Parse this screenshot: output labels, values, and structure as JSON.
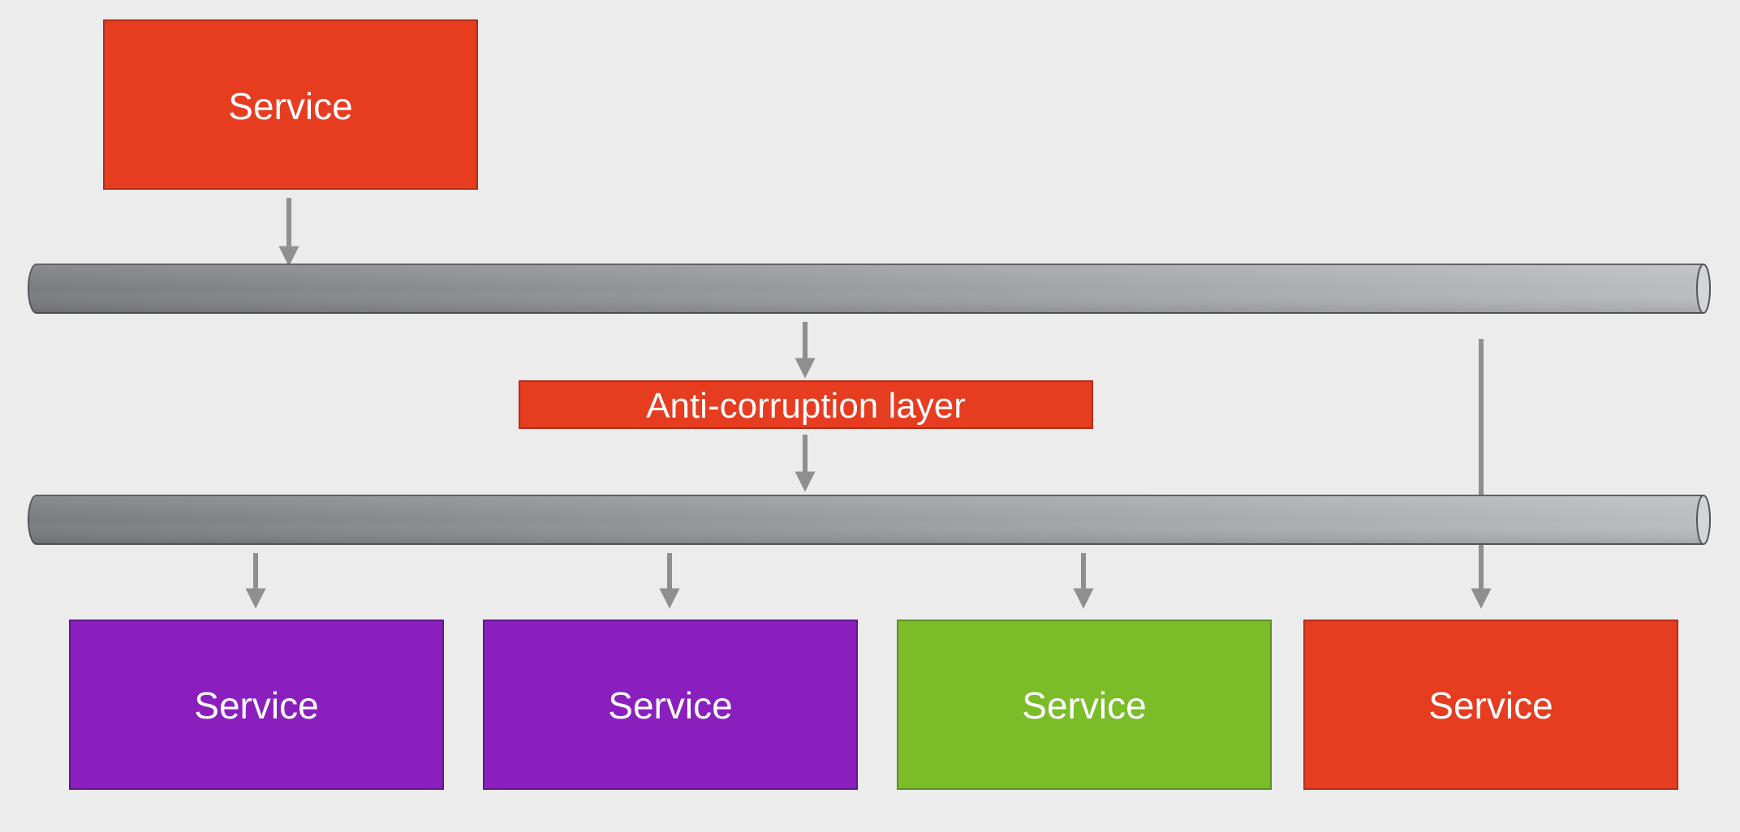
{
  "colors": {
    "background": "#ececec",
    "red": "#e63c20",
    "purple": "#8b1fbd",
    "green": "#7abd28",
    "arrow": "#8f8f8f",
    "bus_dark": "#7b7c80",
    "bus_light": "#bcbdc1"
  },
  "top_service": {
    "label": "Service",
    "color": "red"
  },
  "anti_corruption_layer": {
    "label": "Anti-corruption layer",
    "color": "red"
  },
  "buses": [
    {
      "name": "upper-message-bus"
    },
    {
      "name": "lower-message-bus"
    }
  ],
  "bottom_services": [
    {
      "label": "Service",
      "color": "purple"
    },
    {
      "label": "Service",
      "color": "purple"
    },
    {
      "label": "Service",
      "color": "green"
    },
    {
      "label": "Service",
      "color": "red"
    }
  ]
}
